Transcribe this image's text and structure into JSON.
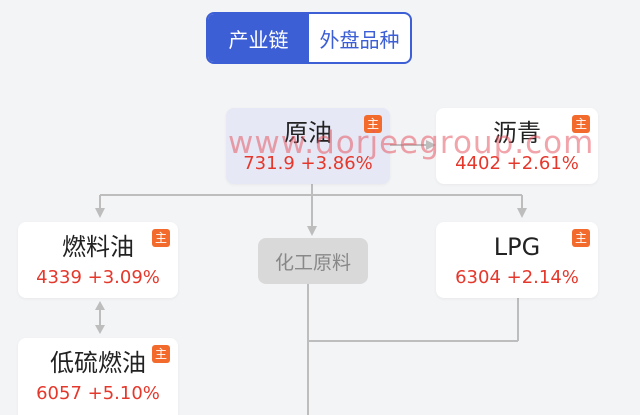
{
  "toggle": {
    "tabs": [
      {
        "label": "产业链",
        "active": true
      },
      {
        "label": "外盘品种",
        "active": false
      }
    ]
  },
  "badge_label": "主",
  "nodes": {
    "crude": {
      "name": "原油",
      "quote": "731.9 +3.86%"
    },
    "asphalt": {
      "name": "沥青",
      "quote": "4402 +2.61%"
    },
    "fuel_oil": {
      "name": "燃料油",
      "quote": "4339 +3.09%"
    },
    "chemical": {
      "name": "化工原料"
    },
    "lpg": {
      "name": "LPG",
      "quote": "6304 +2.14%"
    },
    "low_sulfur": {
      "name": "低硫燃油",
      "quote": "6057 +5.10%"
    }
  },
  "watermark": "www.dorjeegroup.com",
  "colors": {
    "accent": "#3d5fd6",
    "up": "#e5382c",
    "badge": "#f36b2c",
    "highlight": "#e6e8f6"
  }
}
